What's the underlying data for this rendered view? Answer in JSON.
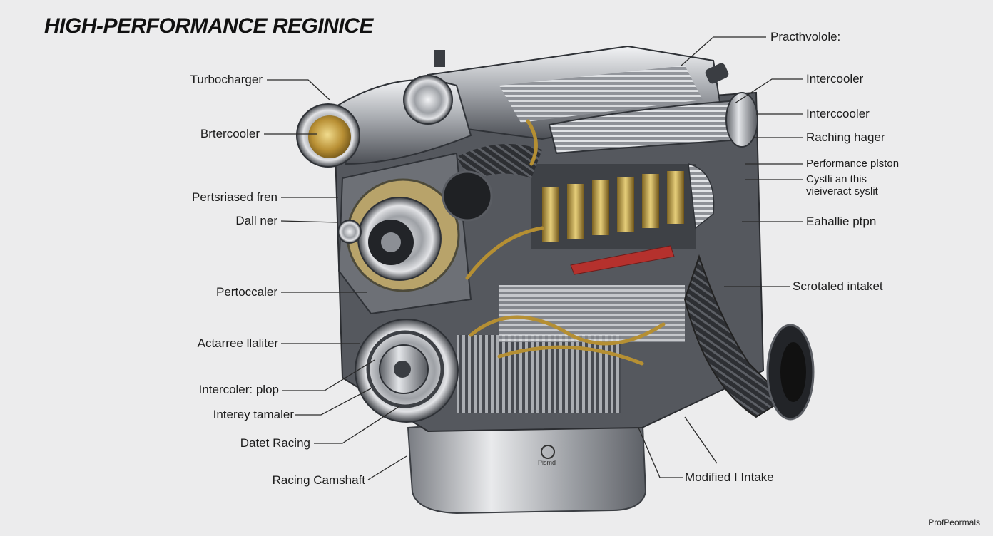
{
  "title": "HIGH-PERFORMANCE REGINICE",
  "labels": {
    "left": [
      "Turbocharger",
      "Brtercooler",
      "Pertsriased fren",
      "Dall ner",
      "Pertoccaler",
      "Actarree llaliter",
      "Intercoler: plop",
      "Interey tamaler",
      "Datet Racing",
      "Racing Camshaft"
    ],
    "right": [
      "Practhvolole:",
      "Intercooler",
      "Interccooler",
      "Raching hager",
      "Performance plston",
      "Cystli an this",
      "vieiveract syslit",
      "Eahallie ptpn",
      "Scrotaled intaket",
      "Modified I Intake"
    ]
  },
  "engine_logo_text": "Pismd",
  "credit": "ProfPeormals",
  "colors": {
    "background": "#ececed",
    "metal_light": "#d8dadd",
    "metal_dark": "#2b2d31",
    "brass": "#c8a24a",
    "red_pipe": "#b5312d",
    "leader_line": "#2a2a2a"
  }
}
